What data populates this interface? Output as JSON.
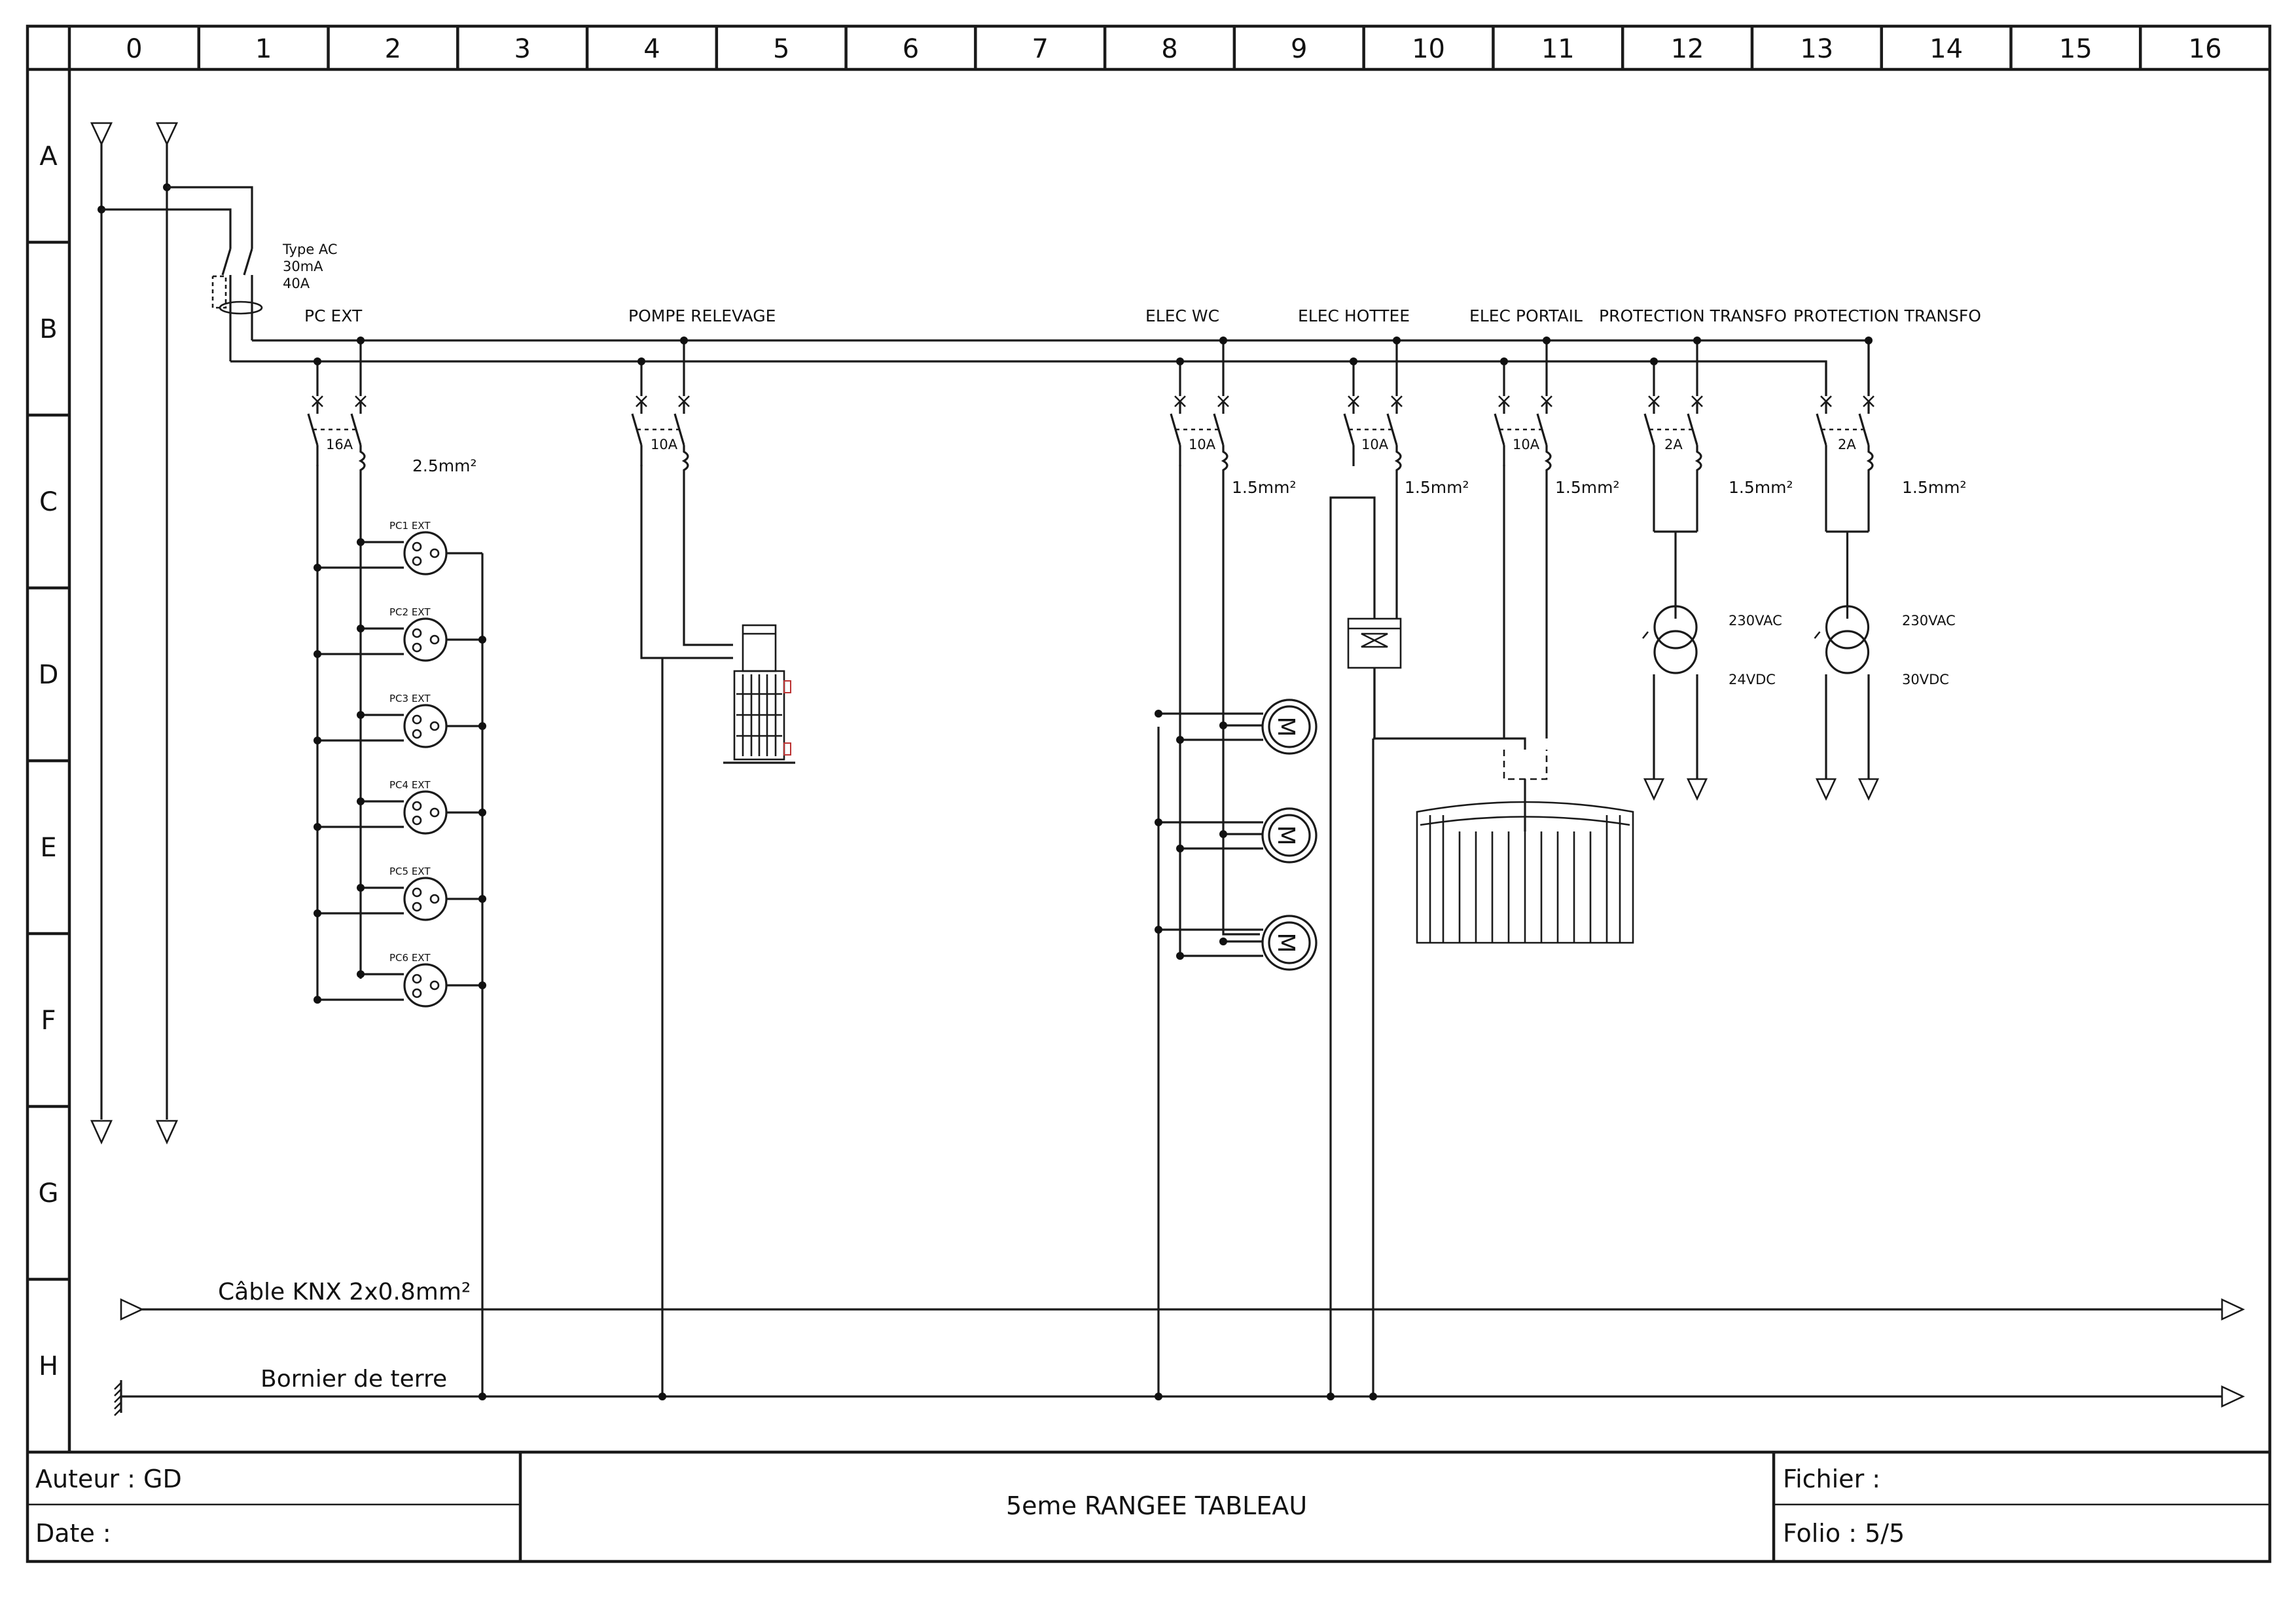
{
  "diagram": {
    "columns": [
      "0",
      "1",
      "2",
      "3",
      "4",
      "5",
      "6",
      "7",
      "8",
      "9",
      "10",
      "11",
      "12",
      "13",
      "14",
      "15",
      "16"
    ],
    "rows": [
      "A",
      "B",
      "C",
      "D",
      "E",
      "F",
      "G",
      "H"
    ],
    "main_breaker": {
      "line1": "Type AC",
      "line2": "30mA",
      "line3": "40A"
    },
    "circuits": [
      {
        "name": "PC EXT",
        "rating": "16A",
        "section": "2.5mm²"
      },
      {
        "name": "POMPE RELEVAGE",
        "rating": "10A",
        "section": ""
      },
      {
        "name": "ELEC WC",
        "rating": "10A",
        "section": "1.5mm²"
      },
      {
        "name": "ELEC HOTTEE",
        "rating": "10A",
        "section": "1.5mm²"
      },
      {
        "name": "ELEC PORTAIL",
        "rating": "10A",
        "section": "1.5mm²"
      },
      {
        "name": "PROTECTION TRANSFO",
        "rating": "2A",
        "section": "1.5mm²"
      },
      {
        "name": "PROTECTION TRANSFO",
        "rating": "2A",
        "section": "1.5mm²"
      }
    ],
    "sockets": [
      "PC1 EXT",
      "PC2 EXT",
      "PC3 EXT",
      "PC4 EXT",
      "PC5 EXT",
      "PC6 EXT"
    ],
    "transformers": [
      {
        "primary": "230VAC",
        "secondary": "24VDC"
      },
      {
        "primary": "230VAC",
        "secondary": "30VDC"
      }
    ],
    "motor_symbol": "M",
    "cable_knx": "Câble KNX 2x0.8mm²",
    "earth_bar": "Bornier de terre"
  },
  "title_block": {
    "author": "Auteur : GD",
    "date": "Date :",
    "title": "5eme RANGEE TABLEAU",
    "file": "Fichier :",
    "folio": "Folio : 5/5"
  }
}
